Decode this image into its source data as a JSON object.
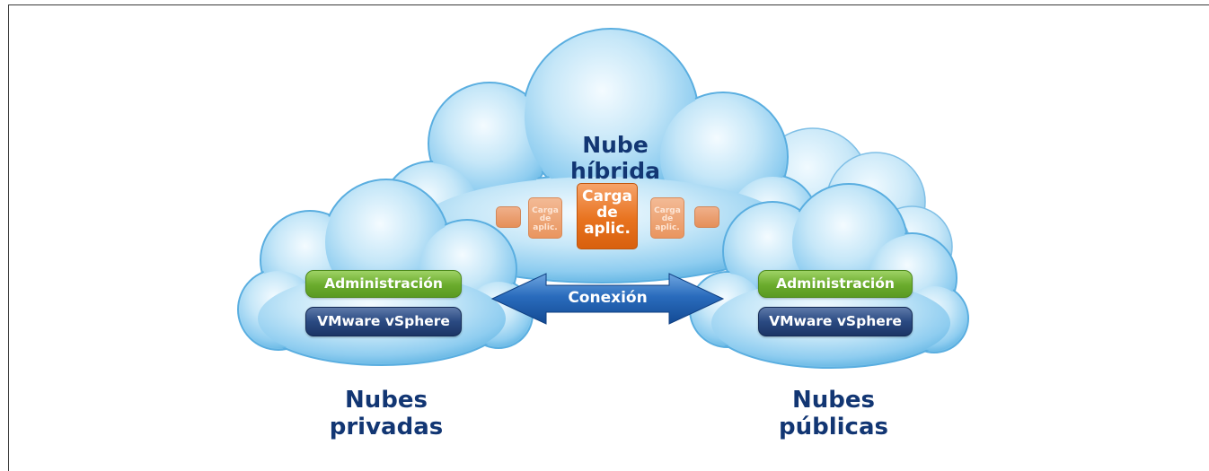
{
  "hybrid_cloud": {
    "title_line1": "Nube",
    "title_line2": "híbrida",
    "workload_main": [
      "Carga",
      "de",
      "aplic."
    ],
    "workload_side": [
      "Carga",
      "de",
      "aplic."
    ]
  },
  "private_cloud": {
    "management": "Administración",
    "platform": "VMware vSphere",
    "caption_line1": "Nubes",
    "caption_line2": "privadas"
  },
  "public_cloud": {
    "management": "Administración",
    "platform": "VMware vSphere",
    "caption_line1": "Nubes",
    "caption_line2": "públicas"
  },
  "connection": {
    "label": "Conexión"
  },
  "colors": {
    "cloud_blue": "#8ecdf0",
    "title_navy": "#123673",
    "management_green": "#6aab2c",
    "platform_navy": "#2a4a82",
    "workload_orange": "#e8731f",
    "arrow_blue": "#1f5fae"
  }
}
